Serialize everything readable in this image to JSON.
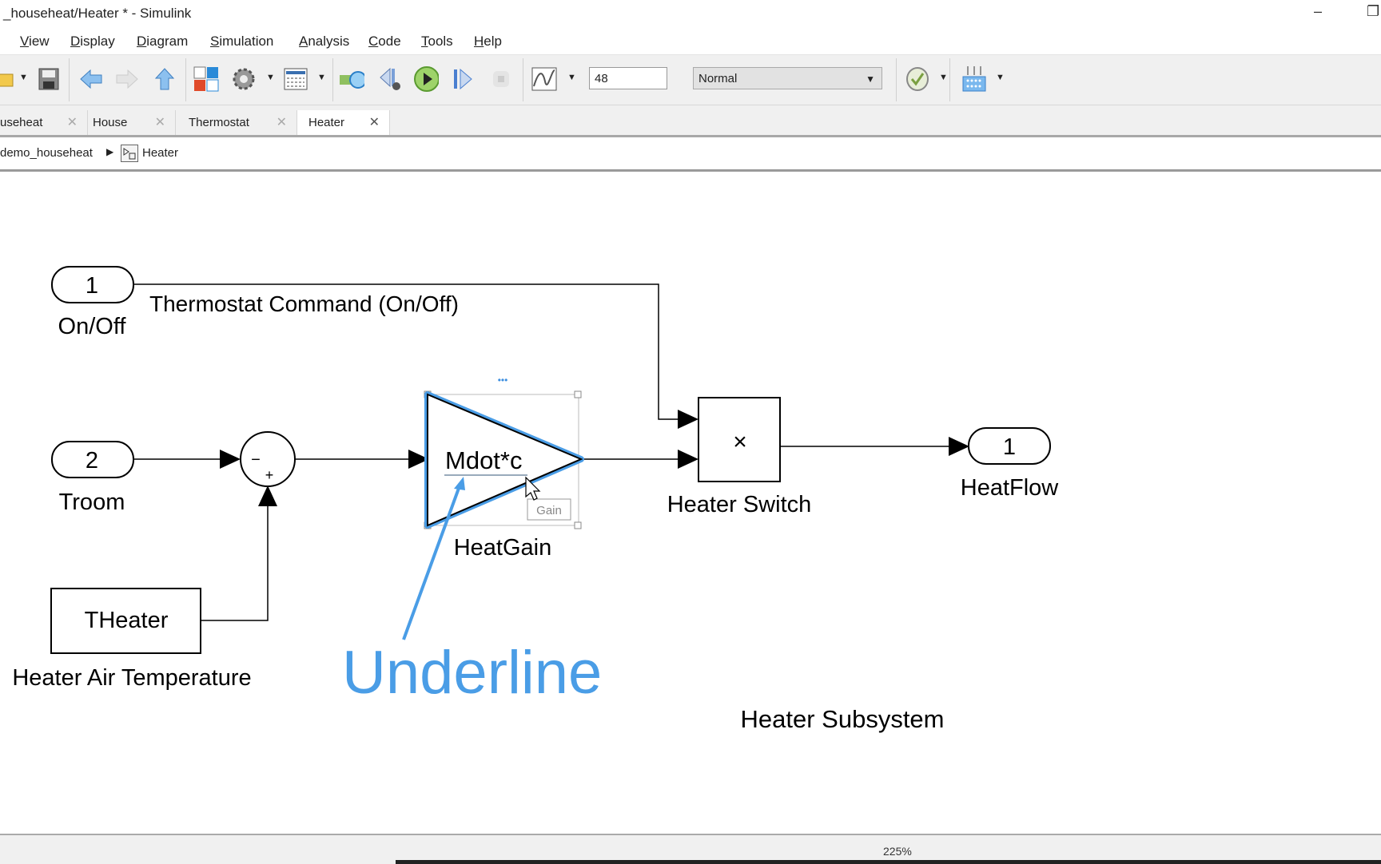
{
  "window": {
    "title": "_househeat/Heater * - Simulink",
    "minimize": "–",
    "restore": "❐"
  },
  "menu": [
    "View",
    "Display",
    "Diagram",
    "Simulation",
    "Analysis",
    "Code",
    "Tools",
    "Help"
  ],
  "toolbar": {
    "stop_time": "48",
    "sim_mode": "Normal"
  },
  "tabs": [
    {
      "label": "useheat",
      "active": false
    },
    {
      "label": "House",
      "active": false
    },
    {
      "label": "Thermostat",
      "active": false
    },
    {
      "label": "Heater",
      "active": true
    }
  ],
  "tab_close": "✕",
  "breadcrumb": {
    "root": "demo_househeat",
    "current": "Heater"
  },
  "diagram": {
    "inport1": {
      "number": "1",
      "name": "On/Off"
    },
    "signal1_label": "Thermostat Command (On/Off)",
    "inport2": {
      "number": "2",
      "name": "Troom"
    },
    "sum": {
      "minus": "−",
      "plus": "+"
    },
    "constant": {
      "value": "THeater",
      "name": "Heater Air Temperature"
    },
    "gain": {
      "value": "Mdot*c",
      "name": "HeatGain",
      "tooltip": "Gain",
      "more": "•••"
    },
    "product": {
      "symbol": "×",
      "name": "Heater Switch"
    },
    "outport1": {
      "number": "1",
      "name": "HeatFlow"
    },
    "annotation": "Heater Subsystem",
    "callout": "Underline"
  },
  "status": {
    "zoom": "225%"
  },
  "colors": {
    "accent": "#3d8fe0",
    "callout": "#4a9de6"
  }
}
